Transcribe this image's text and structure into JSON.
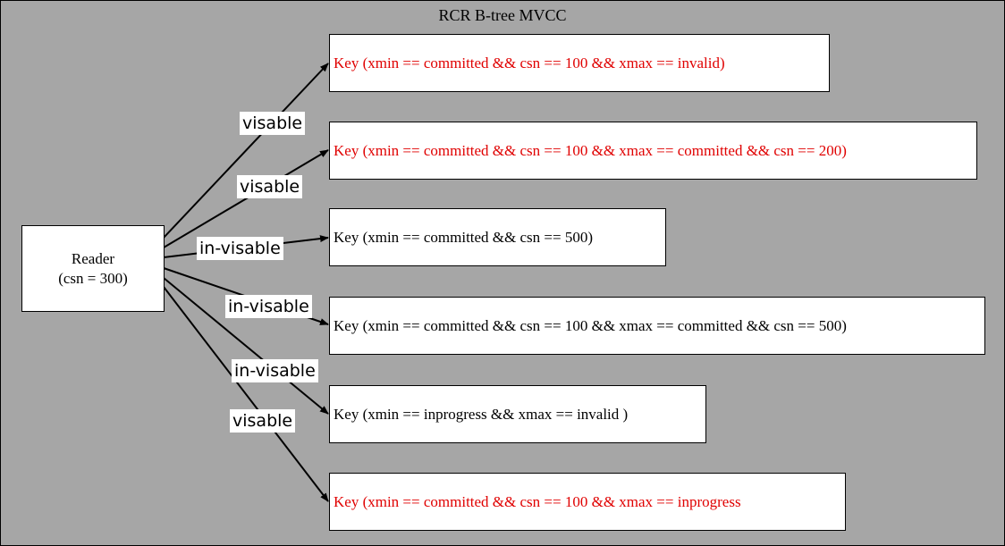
{
  "title": "RCR B-tree MVCC",
  "reader": {
    "line1": "Reader",
    "line2": "(csn = 300)"
  },
  "keys": [
    {
      "text": "Key (xmin == committed  && csn == 100  &&  xmax == invalid)",
      "color": "#e00000"
    },
    {
      "text": "Key (xmin == committed  && csn == 100  &&  xmax == committed  && csn == 200)",
      "color": "#e00000"
    },
    {
      "text": "Key (xmin == committed  && csn == 500)",
      "color": "#000000"
    },
    {
      "text": "Key (xmin == committed  && csn == 100  &&  xmax == committed  && csn == 500)",
      "color": "#000000"
    },
    {
      "text": "Key (xmin == inprogress  &&  xmax == invalid )",
      "color": "#000000"
    },
    {
      "text": "Key (xmin == committed  && csn == 100  &&  xmax == inprogress",
      "color": "#e00000"
    }
  ],
  "edges": [
    {
      "label": "visable"
    },
    {
      "label": "visable"
    },
    {
      "label": "in-visable"
    },
    {
      "label": "in-visable"
    },
    {
      "label": "in-visable"
    },
    {
      "label": "visable"
    }
  ]
}
